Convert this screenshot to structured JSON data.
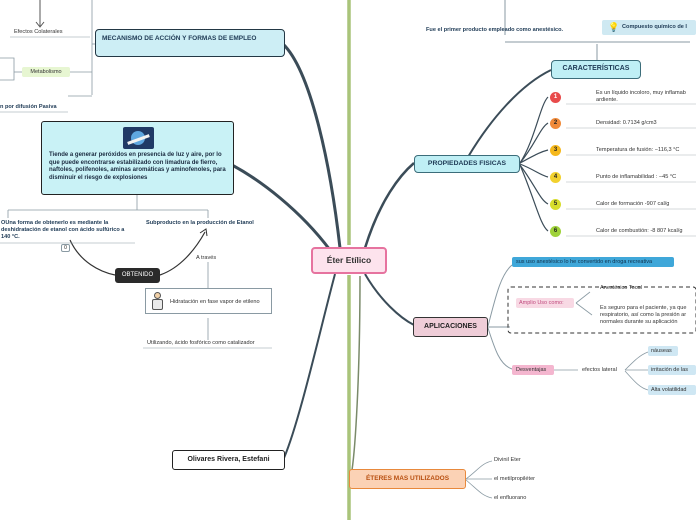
{
  "central": {
    "title": "Éter Etílico"
  },
  "author": {
    "name": "Olivares Rivera, Estefani"
  },
  "mecanismo": {
    "title": "MECANISMO DE ACCIÓN Y FORMAS DE EMPLEO",
    "efectos": "Efectos Colaterales",
    "metabolismo": "Metabolismo",
    "difusion": "n por difusión Pasiva"
  },
  "peroxidos": {
    "text": "Tiende a generar peróxidos en presencia de luz y aire, por lo que puede encontrarse estabilizado con limadura de fierro, naftoles, polifenoles, aminas aromáticas y aminofenoles, para disminuir el riesgo de explosiones"
  },
  "obtenido": {
    "label": "OBTENIDO",
    "forma": "OUna forma de obtenerlo es mediante la deshidratación de etanol con ácido sulfúrico a 140 °C.",
    "subproducto": "Subproducto en la producción de Etanol",
    "badge": "0",
    "a_traves": "A través",
    "hidratacion": "Hidratación en fase vapor de etileno",
    "catalizador": "Utilizando,  ácido fosfórico como catalizador"
  },
  "top": {
    "primer": "Fue el primer producto empleado como anestésico.",
    "compuesto": "Compuesto químico de l"
  },
  "caracteristicas": {
    "title": "CARACTERÍSTICAS"
  },
  "propiedades": {
    "title": "PROPIEDADES FISICAS",
    "items": [
      {
        "n": "1",
        "text": "Es un líquido incoloro, muy inflamab",
        "text2": "ardiente.",
        "color": "#e84b4b"
      },
      {
        "n": "2",
        "text": "Densidad: 0.7134 g/cm3",
        "text2": "",
        "color": "#f08a3a"
      },
      {
        "n": "3",
        "text": "Temperatura de fusión: −116,3 °C",
        "text2": "",
        "color": "#f5b81c"
      },
      {
        "n": "4",
        "text": "Punto de inflamabilidad : −45 °C",
        "text2": "",
        "color": "#f2d12e"
      },
      {
        "n": "5",
        "text": "Calor de formación -907 cal/g",
        "text2": "",
        "color": "#d7dd2c"
      },
      {
        "n": "6",
        "text": "Calor de combustión: -8 807 kcal/g",
        "text2": "",
        "color": "#9fd23a"
      }
    ]
  },
  "aplicaciones": {
    "title": "APLICACIONES",
    "droga": "sus uso anestésico lo he convertido en droga recreativa",
    "amplio": "Amplio Uso como:",
    "anestesico": "Anestésico Tocal",
    "seguro": "Es seguro para el paciente, ya que respiratorio, así como la presión ar normales durante su aplicación",
    "desventajas": "Desventajas",
    "efectos": "efectos lateral",
    "nauseas": "náuseas",
    "irritacion": "irritación de las",
    "volatilidad": "Alta volatilidad"
  },
  "eteres": {
    "title": "ÉTERES MAS UTILIZADOS",
    "items": [
      "Divinil Eter",
      "el metilpropiléter",
      "el enfluorano"
    ]
  },
  "colors": {
    "branch": "#8a9aa3",
    "trunk": "#a9c47a",
    "central_border": "#e6739f",
    "eter_border": "#e8893c"
  }
}
